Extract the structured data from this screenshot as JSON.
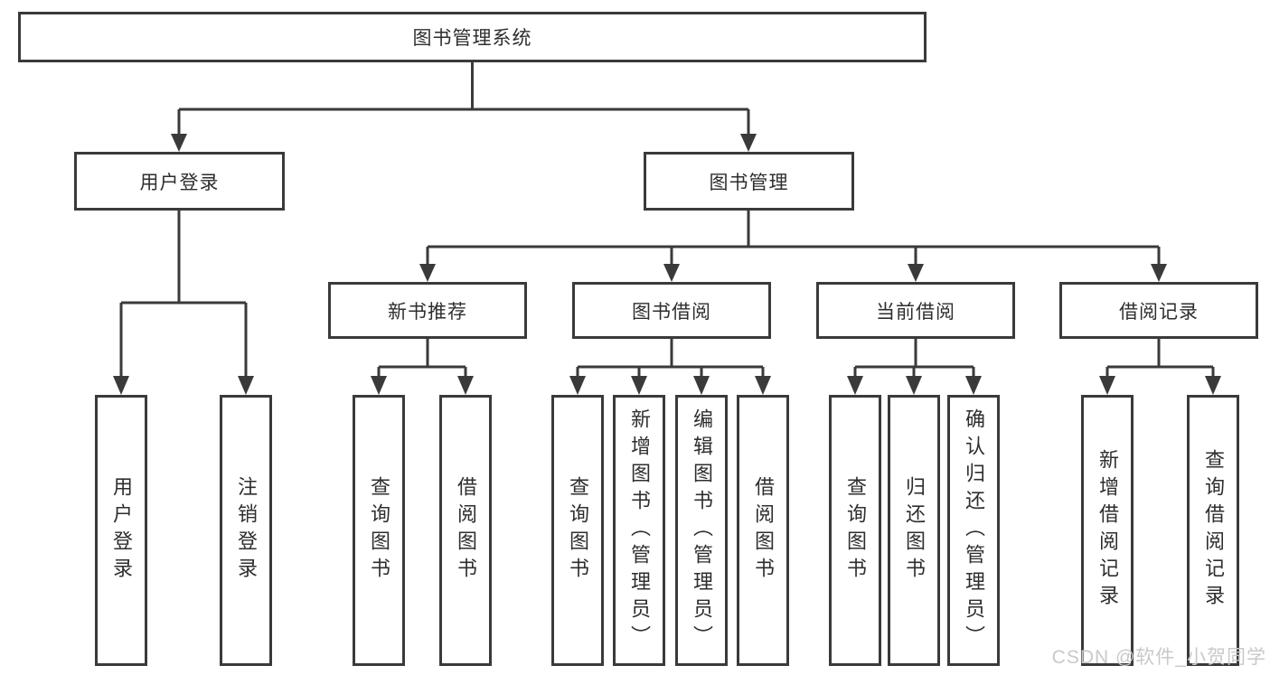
{
  "diagram": {
    "root": {
      "label": "图书管理系统"
    },
    "branches": [
      {
        "label": "用户登录",
        "children": [
          {
            "label": "用户登录"
          },
          {
            "label": "注销登录"
          }
        ]
      },
      {
        "label": "图书管理",
        "children": [
          {
            "label": "新书推荐",
            "children": [
              {
                "label": "查询图书"
              },
              {
                "label": "借阅图书"
              }
            ]
          },
          {
            "label": "图书借阅",
            "children": [
              {
                "label": "查询图书"
              },
              {
                "label": "新增图书（管理员）"
              },
              {
                "label": "编辑图书（管理员）"
              },
              {
                "label": "借阅图书"
              }
            ]
          },
          {
            "label": "当前借阅",
            "children": [
              {
                "label": "查询图书"
              },
              {
                "label": "归还图书"
              },
              {
                "label": "确认归还（管理员）"
              }
            ]
          },
          {
            "label": "借阅记录",
            "children": [
              {
                "label": "新增借阅记录"
              },
              {
                "label": "查询借阅记录"
              }
            ]
          }
        ]
      }
    ]
  },
  "watermark": {
    "text": "CSDN @软件_小贺同学"
  },
  "colors": {
    "line": "#3a3a3a",
    "text": "#2e2e2e",
    "watermark": "#c9c9c9",
    "background": "#ffffff"
  }
}
